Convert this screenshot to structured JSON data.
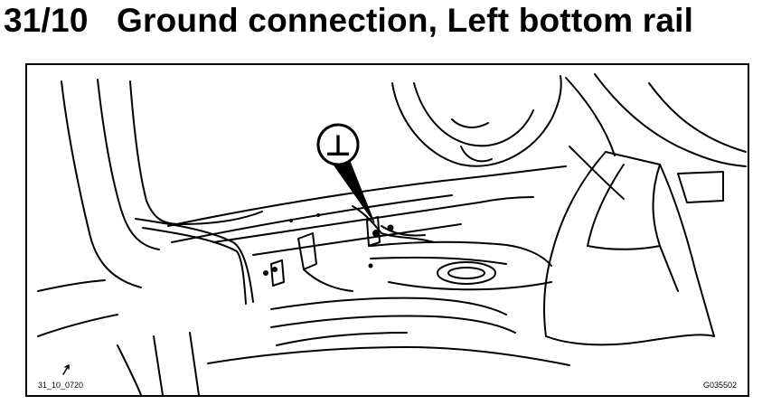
{
  "header": {
    "title": "31/10   Ground connection, Left bottom rail"
  },
  "figure": {
    "code_left": "31_10_0720",
    "code_right": "G035502",
    "callout_symbol": "⊥",
    "line_color": "#000000",
    "background_color": "#ffffff"
  }
}
